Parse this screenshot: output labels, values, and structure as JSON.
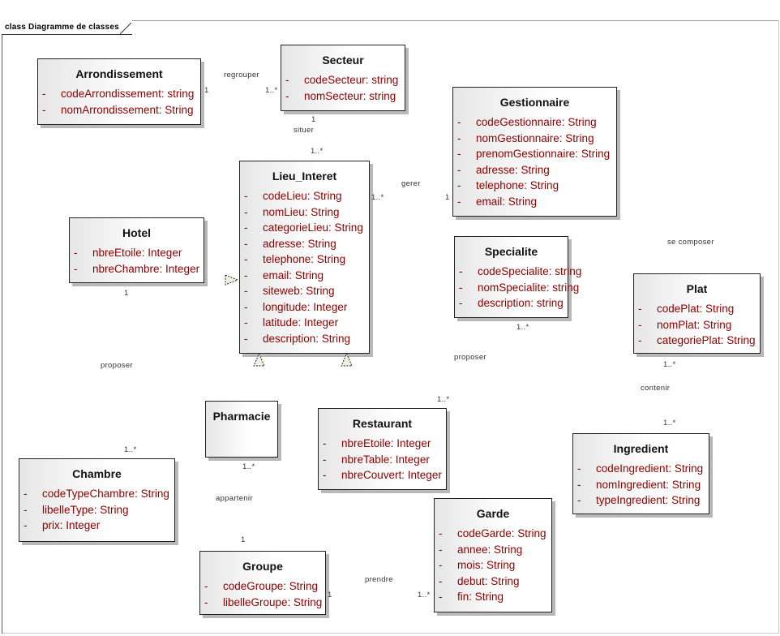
{
  "frame": {
    "title": "class Diagramme de classes"
  },
  "classes": [
    {
      "id": "arrondissement",
      "name": "Arrondissement",
      "attributes": [
        {
          "vis": "-",
          "text": "codeArrondissement: string"
        },
        {
          "vis": "-",
          "text": "nomArrondissement: String"
        }
      ]
    },
    {
      "id": "secteur",
      "name": "Secteur",
      "attributes": [
        {
          "vis": "-",
          "text": "codeSecteur: string"
        },
        {
          "vis": "-",
          "text": "nomSecteur: string"
        }
      ]
    },
    {
      "id": "gestionnaire",
      "name": "Gestionnaire",
      "attributes": [
        {
          "vis": "-",
          "text": "codeGestionnaire: String"
        },
        {
          "vis": "-",
          "text": "nomGestionnaire: String"
        },
        {
          "vis": "-",
          "text": "prenomGestionnaire: String"
        },
        {
          "vis": "-",
          "text": "adresse: String"
        },
        {
          "vis": "-",
          "text": "telephone: String"
        },
        {
          "vis": "-",
          "text": "email: String"
        }
      ]
    },
    {
      "id": "lieu",
      "name": "Lieu_Interet",
      "attributes": [
        {
          "vis": "-",
          "text": "codeLieu: String"
        },
        {
          "vis": "-",
          "text": "nomLieu: String"
        },
        {
          "vis": "-",
          "text": "categorieLieu: String"
        },
        {
          "vis": "-",
          "text": "adresse: String"
        },
        {
          "vis": "-",
          "text": "telephone: String"
        },
        {
          "vis": "-",
          "text": "email: String"
        },
        {
          "vis": "-",
          "text": "siteweb: String"
        },
        {
          "vis": "-",
          "text": "longitude: Integer"
        },
        {
          "vis": "-",
          "text": "latitude: Integer"
        },
        {
          "vis": "-",
          "text": "description: String"
        }
      ]
    },
    {
      "id": "hotel",
      "name": "Hotel",
      "attributes": [
        {
          "vis": "-",
          "text": "nbreEtoile: Integer"
        },
        {
          "vis": "-",
          "text": "nbreChambre: Integer"
        }
      ]
    },
    {
      "id": "specialite",
      "name": "Specialite",
      "attributes": [
        {
          "vis": "-",
          "text": "codeSpecialite: string"
        },
        {
          "vis": "-",
          "text": "nomSpecialite: string"
        },
        {
          "vis": "-",
          "text": "description: string"
        }
      ]
    },
    {
      "id": "plat",
      "name": "Plat",
      "attributes": [
        {
          "vis": "-",
          "text": "codePlat: String"
        },
        {
          "vis": "-",
          "text": "nomPlat: String"
        },
        {
          "vis": "-",
          "text": "categoriePlat: String"
        }
      ]
    },
    {
      "id": "pharmacie",
      "name": "Pharmacie",
      "attributes": []
    },
    {
      "id": "restaurant",
      "name": "Restaurant",
      "attributes": [
        {
          "vis": "-",
          "text": "nbreEtoile: Integer"
        },
        {
          "vis": "-",
          "text": "nbreTable: Integer"
        },
        {
          "vis": "-",
          "text": "nbreCouvert: Integer"
        }
      ]
    },
    {
      "id": "chambre",
      "name": "Chambre",
      "attributes": [
        {
          "vis": "-",
          "text": "codeTypeChambre: String"
        },
        {
          "vis": "-",
          "text": "libelleType: String"
        },
        {
          "vis": "-",
          "text": "prix: Integer"
        }
      ]
    },
    {
      "id": "ingredient",
      "name": "Ingredient",
      "attributes": [
        {
          "vis": "-",
          "text": "codeIngredient: String"
        },
        {
          "vis": "-",
          "text": "nomIngredient: String"
        },
        {
          "vis": "-",
          "text": "typeIngredient: String"
        }
      ]
    },
    {
      "id": "garde",
      "name": "Garde",
      "attributes": [
        {
          "vis": "-",
          "text": "codeGarde: String"
        },
        {
          "vis": "-",
          "text": "annee: String"
        },
        {
          "vis": "-",
          "text": "mois: String"
        },
        {
          "vis": "-",
          "text": "debut: String"
        },
        {
          "vis": "-",
          "text": "fin: String"
        }
      ]
    },
    {
      "id": "groupe",
      "name": "Groupe",
      "attributes": [
        {
          "vis": "-",
          "text": "codeGroupe: String"
        },
        {
          "vis": "-",
          "text": "libelleGroupe: String"
        }
      ]
    }
  ],
  "labels": [
    {
      "id": "l0",
      "text": "regrouper"
    },
    {
      "id": "l1",
      "text": "1"
    },
    {
      "id": "l2",
      "text": "1..*"
    },
    {
      "id": "l3",
      "text": "1"
    },
    {
      "id": "l4",
      "text": "situer"
    },
    {
      "id": "l5",
      "text": "1..*"
    },
    {
      "id": "l6",
      "text": "gerer"
    },
    {
      "id": "l7",
      "text": "1..*"
    },
    {
      "id": "l8",
      "text": "1"
    },
    {
      "id": "l9",
      "text": "se composer"
    },
    {
      "id": "l10",
      "text": "1"
    },
    {
      "id": "l11",
      "text": "proposer"
    },
    {
      "id": "l12",
      "text": "1..*"
    },
    {
      "id": "l13",
      "text": "proposer"
    },
    {
      "id": "l14",
      "text": "1..*"
    },
    {
      "id": "l15",
      "text": "contenir"
    },
    {
      "id": "l16",
      "text": "1..*"
    },
    {
      "id": "l17",
      "text": "1..*"
    },
    {
      "id": "l18",
      "text": "1..*"
    },
    {
      "id": "l19",
      "text": "1..*"
    },
    {
      "id": "l20",
      "text": "appartenir"
    },
    {
      "id": "l21",
      "text": "1"
    },
    {
      "id": "l22",
      "text": "prendre"
    },
    {
      "id": "l23",
      "text": "1"
    },
    {
      "id": "l24",
      "text": "1..*"
    }
  ]
}
